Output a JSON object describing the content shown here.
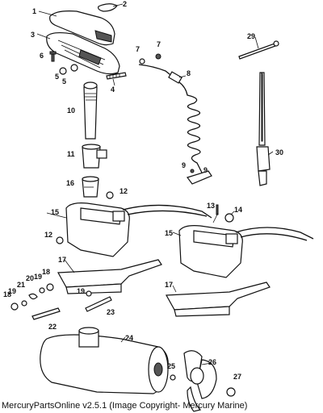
{
  "footer": {
    "text": "MercuryPartsOnline v2.5.1 (Image Copyright- Mercury Marine)"
  },
  "callouts": {
    "c1": "1",
    "c2": "2",
    "c3": "3",
    "c4": "4",
    "c5a": "5",
    "c5b": "5",
    "c6": "6",
    "c7a": "7",
    "c7b": "7",
    "c8": "8",
    "c9a": "9",
    "c9b": "9",
    "c10": "10",
    "c11": "11",
    "c12a": "12",
    "c12b": "12",
    "c13": "13",
    "c14": "14",
    "c15a": "15",
    "c15b": "15",
    "c16": "16",
    "c17a": "17",
    "c17b": "17",
    "c18a": "18",
    "c18b": "18",
    "c19a": "19",
    "c19b": "19",
    "c19c": "19",
    "c20": "20",
    "c21": "21",
    "c22": "22",
    "c23": "23",
    "c24": "24",
    "c25": "25",
    "c26": "26",
    "c27": "27",
    "c29": "29",
    "c30": "30"
  }
}
